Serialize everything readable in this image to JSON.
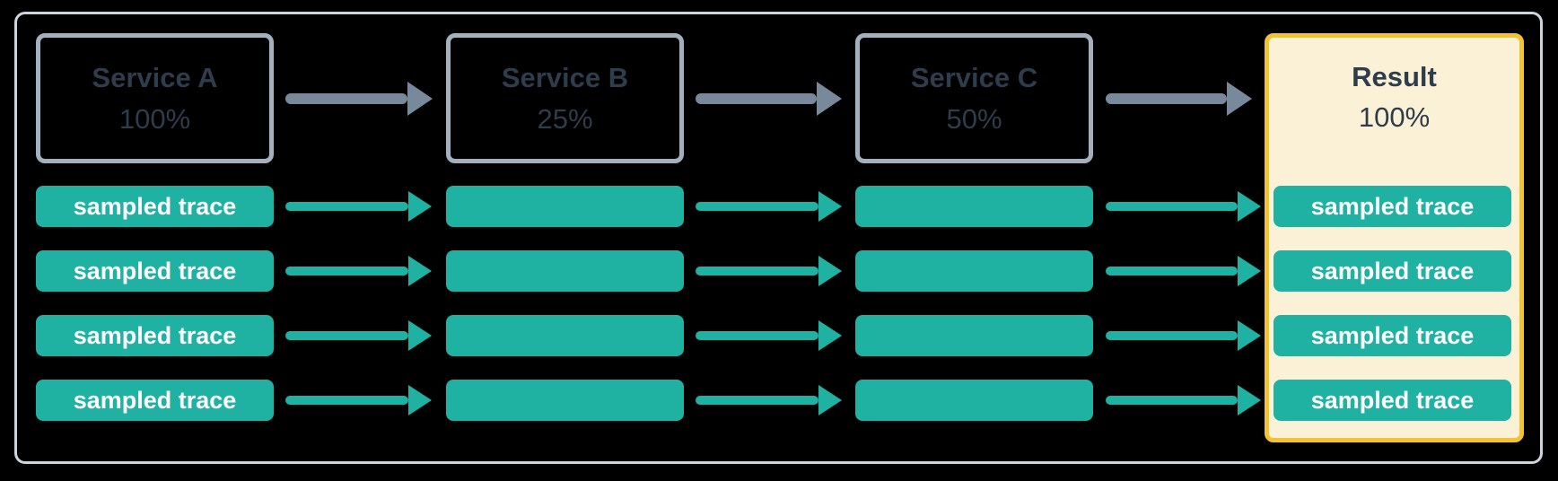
{
  "diagram": {
    "stages": [
      {
        "id": "service-a",
        "label": "Service A",
        "rate": "100%",
        "type": "service"
      },
      {
        "id": "service-b",
        "label": "Service B",
        "rate": "25%",
        "type": "service"
      },
      {
        "id": "service-c",
        "label": "Service C",
        "rate": "50%",
        "type": "service"
      },
      {
        "id": "result",
        "label": "Result",
        "rate": "100%",
        "type": "result"
      }
    ],
    "trace_label": "sampled trace",
    "trace_rows": 4,
    "colors": {
      "background": "#000000",
      "outer_border": "#CBD5DE",
      "service_border": "#A3B1BE",
      "service_text": "#2E3C4B",
      "service_arrow": "#77899B",
      "trace_fill": "#1FB1A2",
      "trace_arrow": "#1FB1A2",
      "trace_text": "#FFFFFF",
      "result_border": "#F4C331",
      "result_fill": "#FAF1D7"
    }
  }
}
